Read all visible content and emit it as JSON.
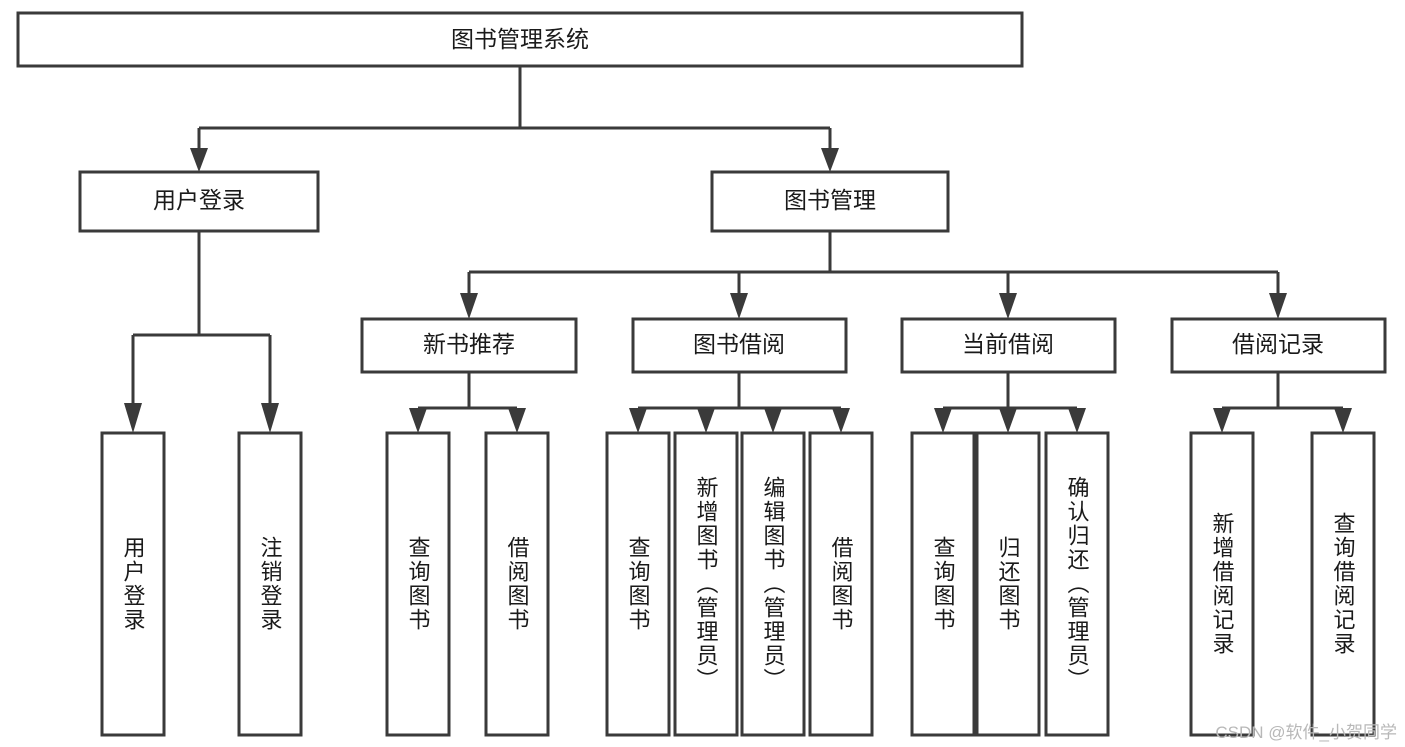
{
  "diagram": {
    "type": "tree-hierarchy-diagram",
    "title": "图书管理系统",
    "background_color": "#ffffff",
    "box_stroke_color": "#3a3a3a",
    "box_fill_color": "#ffffff",
    "text_color": "#1a1a1a"
  },
  "root": {
    "id": "root",
    "label": "图书管理系统",
    "orientation": "horizontal"
  },
  "level1": [
    {
      "id": "user-login",
      "label": "用户登录",
      "orientation": "horizontal"
    },
    {
      "id": "book-management",
      "label": "图书管理",
      "orientation": "horizontal"
    }
  ],
  "level2": [
    {
      "id": "new-book-recommend",
      "label": "新书推荐",
      "parent": "book-management",
      "orientation": "horizontal"
    },
    {
      "id": "book-borrow",
      "label": "图书借阅",
      "parent": "book-management",
      "orientation": "horizontal"
    },
    {
      "id": "current-borrow",
      "label": "当前借阅",
      "parent": "book-management",
      "orientation": "horizontal"
    },
    {
      "id": "borrow-record",
      "label": "借阅记录",
      "parent": "book-management",
      "orientation": "horizontal"
    }
  ],
  "leaves": [
    {
      "id": "leaf-user-login",
      "label": "用户登录",
      "parent": "user-login",
      "orientation": "vertical"
    },
    {
      "id": "leaf-user-logout",
      "label": "注销登录",
      "parent": "user-login",
      "orientation": "vertical"
    },
    {
      "id": "leaf-query-book-1",
      "label": "查询图书",
      "parent": "new-book-recommend",
      "orientation": "vertical"
    },
    {
      "id": "leaf-borrow-book-1",
      "label": "借阅图书",
      "parent": "new-book-recommend",
      "orientation": "vertical"
    },
    {
      "id": "leaf-query-book-2",
      "label": "查询图书",
      "parent": "book-borrow",
      "orientation": "vertical"
    },
    {
      "id": "leaf-add-book",
      "label": "新增图书（管理员）",
      "parent": "book-borrow",
      "orientation": "vertical"
    },
    {
      "id": "leaf-edit-book",
      "label": "编辑图书（管理员）",
      "parent": "book-borrow",
      "orientation": "vertical"
    },
    {
      "id": "leaf-borrow-book-2",
      "label": "借阅图书",
      "parent": "book-borrow",
      "orientation": "vertical"
    },
    {
      "id": "leaf-query-book-3",
      "label": "查询图书",
      "parent": "current-borrow",
      "orientation": "vertical"
    },
    {
      "id": "leaf-return-book",
      "label": "归还图书",
      "parent": "current-borrow",
      "orientation": "vertical"
    },
    {
      "id": "leaf-confirm-return",
      "label": "确认归还（管理员）",
      "parent": "current-borrow",
      "orientation": "vertical"
    },
    {
      "id": "leaf-add-record",
      "label": "新增借阅记录",
      "parent": "borrow-record",
      "orientation": "vertical"
    },
    {
      "id": "leaf-query-record",
      "label": "查询借阅记录",
      "parent": "borrow-record",
      "orientation": "vertical"
    }
  ],
  "watermark": {
    "text": "CSDN @软件_小贺同学"
  }
}
